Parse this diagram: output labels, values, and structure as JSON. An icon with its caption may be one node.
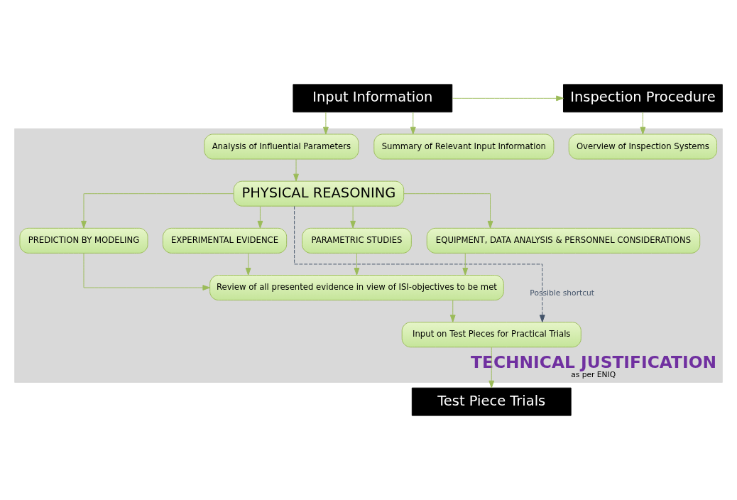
{
  "diagram": {
    "nodes": [
      {
        "text": [
          "Input Information"
        ]
      },
      {
        "text": [
          "Inspection Procedure"
        ]
      },
      {
        "text": [
          "TECHNICAL JUSTIFICATION",
          "as per ENIQ"
        ]
      },
      {
        "text": [
          "Summary of Relevant Input Information"
        ],
        "in": 2
      },
      {
        "text": [
          "Analysis of Influential Parameters"
        ],
        "in": 2
      },
      {
        "text": [
          "Overview of Inspection Systems"
        ],
        "in": 2
      },
      {
        "text": [
          "PHYSICAL REASONING"
        ],
        "in": 2
      },
      {
        "text": [
          "PREDICTION BY MODELING"
        ],
        "in": 2
      },
      {
        "text": [
          "EXPERIMENTAL EVIDENCE"
        ],
        "in": 2
      },
      {
        "text": [
          "PARAMETRIC STUDIES"
        ],
        "in": 2
      },
      {
        "text": [
          "EQUIPMENT, DATA ANALYSIS & PERSONNEL CONSIDERATIONS"
        ],
        "in": 2
      },
      {
        "text": [
          "Review of all presented evidence in view of ISI-objectives to be met"
        ],
        "in": 2
      },
      {
        "text": [
          "Input on Test Pieces for Practical Trials"
        ],
        "in": 2
      },
      {
        "text": [
          "Test Piece Trials"
        ]
      }
    ],
    "edges": [
      {
        "from": 0,
        "to": 1,
        "arrow": "to"
      },
      {
        "from": 0,
        "to": 3,
        "arrow": "to"
      },
      {
        "from": 0,
        "to": 4,
        "arrow": "to"
      },
      {
        "from": 1,
        "to": 5,
        "arrow": "to"
      },
      {
        "from": 4,
        "to": 6,
        "arrow": "to"
      },
      {
        "from": 6,
        "to": 7,
        "arrow": "to"
      },
      {
        "from": 6,
        "to": 8,
        "arrow": "to"
      },
      {
        "from": 6,
        "to": 9,
        "arrow": "to"
      },
      {
        "from": 6,
        "to": 10,
        "arrow": "to"
      },
      {
        "from": 7,
        "to": 11,
        "arrow": "to"
      },
      {
        "from": 8,
        "to": 11,
        "arrow": "to"
      },
      {
        "from": 9,
        "to": 11,
        "arrow": "to"
      },
      {
        "from": 10,
        "to": 11,
        "arrow": "to"
      },
      {
        "from": 11,
        "to": 12,
        "arrow": "to"
      },
      {
        "from": 6,
        "to": 12,
        "arrow": "to",
        "label": "Possible shortcut",
        "style": "dashed",
        "color": "#44546a"
      },
      {
        "from": 12,
        "to": 13,
        "arrow": "to"
      }
    ]
  }
}
